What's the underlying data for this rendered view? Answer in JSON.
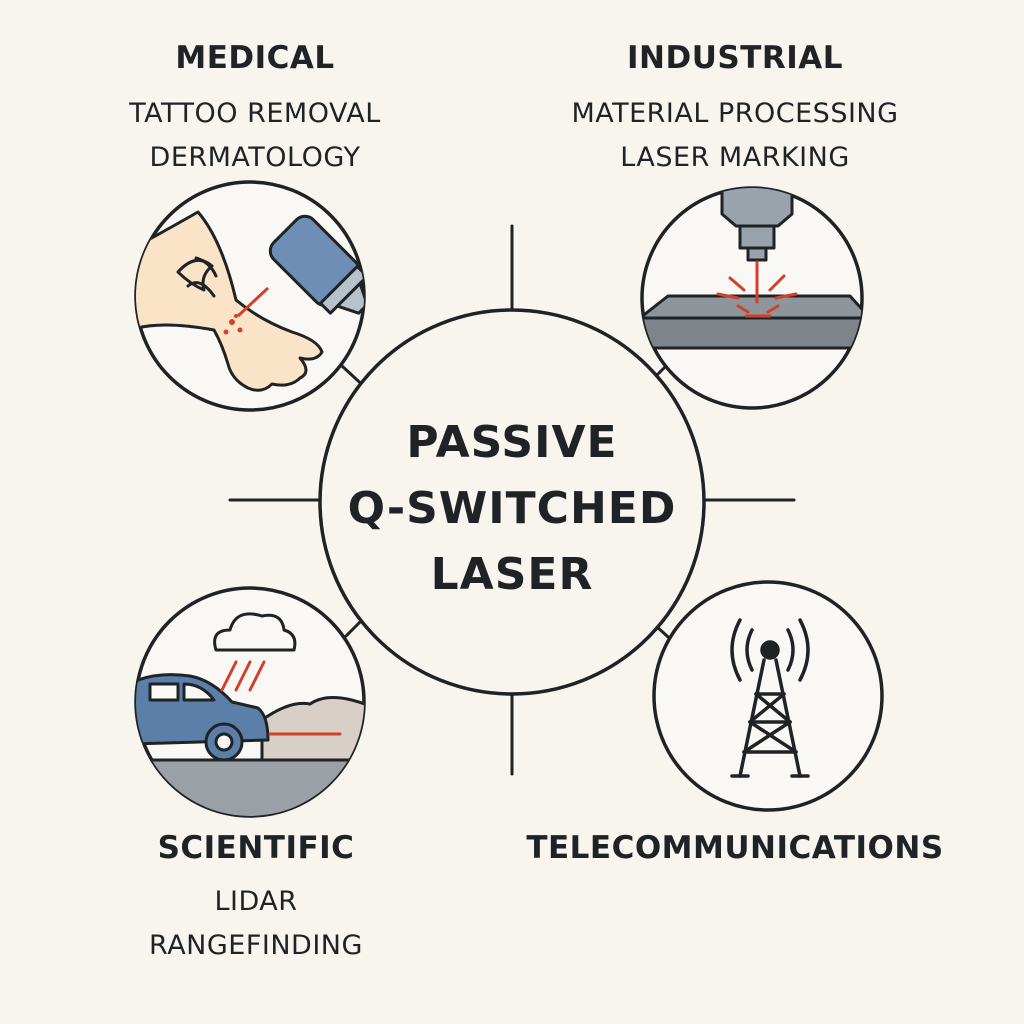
{
  "center": {
    "lines": [
      "PASSIVE",
      "Q-SWITCHED",
      "LASER"
    ]
  },
  "applications": {
    "medical": {
      "title": "MEDICAL",
      "items": [
        "TATTOO REMOVAL",
        "DERMATOLOGY"
      ],
      "icon": "tattoo-removal-arm-icon"
    },
    "industrial": {
      "title": "INDUSTRIAL",
      "items": [
        "MATERIAL PROCESSING",
        "LASER MARKING"
      ],
      "icon": "laser-cutting-head-icon"
    },
    "scientific": {
      "title": "SCIENTIFIC",
      "items": [
        "LIDAR",
        "RANGEFINDING"
      ],
      "icon": "car-lidar-icon"
    },
    "telecom": {
      "title": "TELECOMMUNICATIONS",
      "items": [],
      "icon": "radio-tower-icon"
    }
  },
  "colors": {
    "background": "#f8f5ef",
    "ink": "#1f2325",
    "laser_red": "#d2402c",
    "steel_blue": "#5b7fa8",
    "skin": "#fbe3c8",
    "gray": "#8e959b"
  }
}
